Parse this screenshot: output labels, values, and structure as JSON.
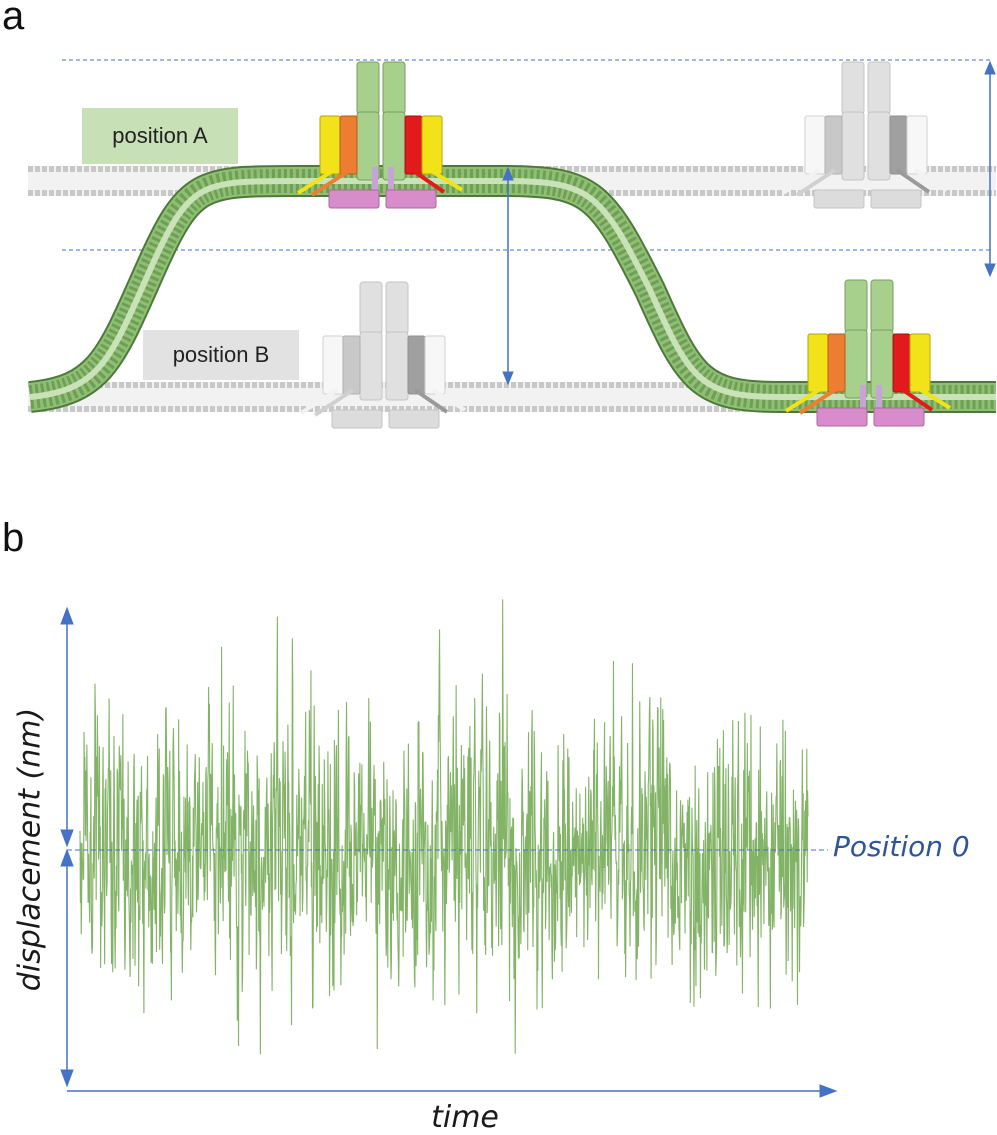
{
  "panels": {
    "a": "a",
    "b": "b"
  },
  "panel_a": {
    "position_a_label": "position A",
    "position_b_label": "position B",
    "colors": {
      "membrane_green": "#7fae62",
      "membrane_grey": "#d0d0d0",
      "label_a_bg": "#c7e0b6",
      "label_b_bg": "#e2e2e2",
      "arrow": "#4472c4",
      "subunit_green": "#a8d08d",
      "yellow": "#f2e21a",
      "orange": "#ed7d31",
      "red": "#e31a1c",
      "pink": "#d98ccb"
    }
  },
  "panel_b": {
    "y_axis_label": "displacement (nm)",
    "x_axis_label": "time",
    "reference_label": "Position 0",
    "colors": {
      "trace": "#82b366",
      "axis": "#4472c4",
      "reference_text": "#2f5597"
    }
  }
}
